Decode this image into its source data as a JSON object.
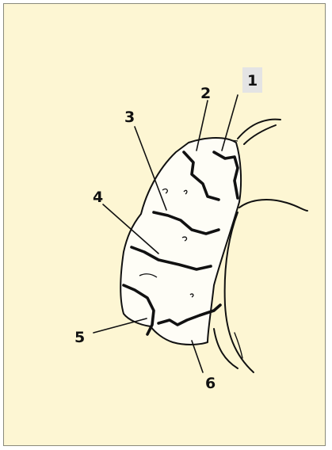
{
  "figure": {
    "labels": [
      {
        "id": "1",
        "text": "1"
      },
      {
        "id": "2",
        "text": "2"
      },
      {
        "id": "3",
        "text": "3"
      },
      {
        "id": "4",
        "text": "4"
      },
      {
        "id": "5",
        "text": "5"
      },
      {
        "id": "6",
        "text": "6"
      }
    ]
  },
  "colors": {
    "background": "#fdf6d3",
    "ink": "#111111",
    "label_highlight": "#e4e4e4"
  }
}
